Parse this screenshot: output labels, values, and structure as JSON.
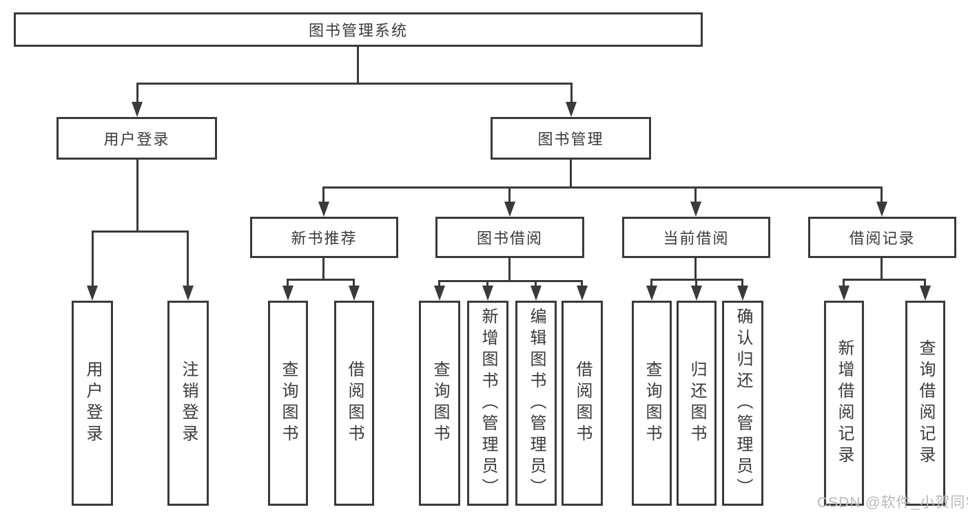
{
  "diagram": {
    "type": "functional-decomposition-tree",
    "line_color": "#3a3a3a",
    "root": {
      "label": "图书管理系统",
      "children": [
        {
          "label": "用户登录",
          "children": [
            {
              "label": "用户登录"
            },
            {
              "label": "注销登录"
            }
          ]
        },
        {
          "label": "图书管理",
          "children": [
            {
              "label": "新书推荐",
              "children": [
                {
                  "label": "查询图书"
                },
                {
                  "label": "借阅图书"
                }
              ]
            },
            {
              "label": "图书借阅",
              "children": [
                {
                  "label": "查询图书"
                },
                {
                  "label": "新增图书（管理员）"
                },
                {
                  "label": "编辑图书（管理员）"
                },
                {
                  "label": "借阅图书"
                }
              ]
            },
            {
              "label": "当前借阅",
              "children": [
                {
                  "label": "查询图书"
                },
                {
                  "label": "归还图书"
                },
                {
                  "label": "确认归还（管理员）"
                }
              ]
            },
            {
              "label": "借阅记录",
              "children": [
                {
                  "label": "新增借阅记录"
                },
                {
                  "label": "查询借阅记录"
                }
              ]
            }
          ]
        }
      ]
    }
  },
  "watermark": {
    "text": "CSDN @软件_小贺同学"
  }
}
